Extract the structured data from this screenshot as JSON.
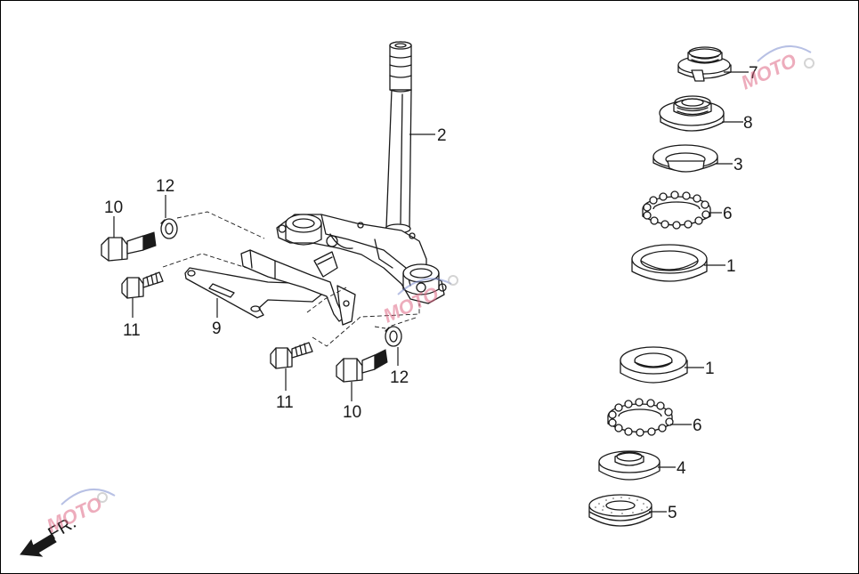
{
  "callouts": {
    "c1a": "1",
    "c1b": "1",
    "c2": "2",
    "c3": "3",
    "c4": "4",
    "c5": "5",
    "c6a": "6",
    "c6b": "6",
    "c7": "7",
    "c8": "8",
    "c9": "9",
    "c10a": "10",
    "c10b": "10",
    "c11a": "11",
    "c11b": "11",
    "c12a": "12",
    "c12b": "12"
  },
  "front_indicator": "FR.",
  "watermark": {
    "text": "MOTO",
    "colors": {
      "primary": "#e06a86",
      "arc": "#7b8ccd",
      "gear": "#b8b8b8"
    }
  }
}
